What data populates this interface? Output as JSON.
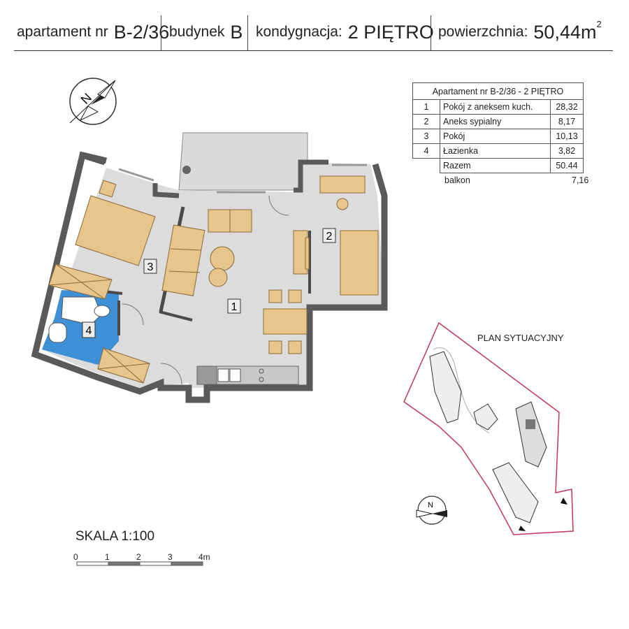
{
  "header": {
    "apartment_label": "apartament nr",
    "apartment_value": "B-2/36",
    "building_label": "budynek",
    "building_value": "B",
    "floor_label": "kondygnacja:",
    "floor_value": "2 PIĘTRO",
    "area_label": "powierzchnia:",
    "area_value": "50,44m",
    "area_sup": "2"
  },
  "room_table": {
    "title": "Apartament nr B-2/36 - 2 PIĘTRO",
    "rows": [
      {
        "num": "1",
        "name": "Pokój z aneksem kuch.",
        "area": "28,32"
      },
      {
        "num": "2",
        "name": "Aneks sypialny",
        "area": "8,17"
      },
      {
        "num": "3",
        "name": "Pokój",
        "area": "10,13"
      },
      {
        "num": "4",
        "name": "Łazienka",
        "area": "3,82"
      }
    ],
    "total_label": "Razem",
    "total_value": "50.44",
    "balcony_label": "balkon",
    "balcony_value": "7,16"
  },
  "plan": {
    "room_labels": [
      "1",
      "2",
      "3",
      "4"
    ],
    "compass_letter": "N",
    "colors": {
      "furniture": "#e8c58a",
      "bathroom": "#3d8fd6",
      "walls": "#5a5a5a",
      "floor": "#dcdcdc",
      "site_outline": "#c0395a"
    }
  },
  "situation": {
    "title": "PLAN SYTUACYJNY",
    "compass_letter": "N"
  },
  "scale": {
    "title": "SKALA 1:100",
    "ticks": [
      "0",
      "1",
      "2",
      "3",
      "4m"
    ]
  }
}
